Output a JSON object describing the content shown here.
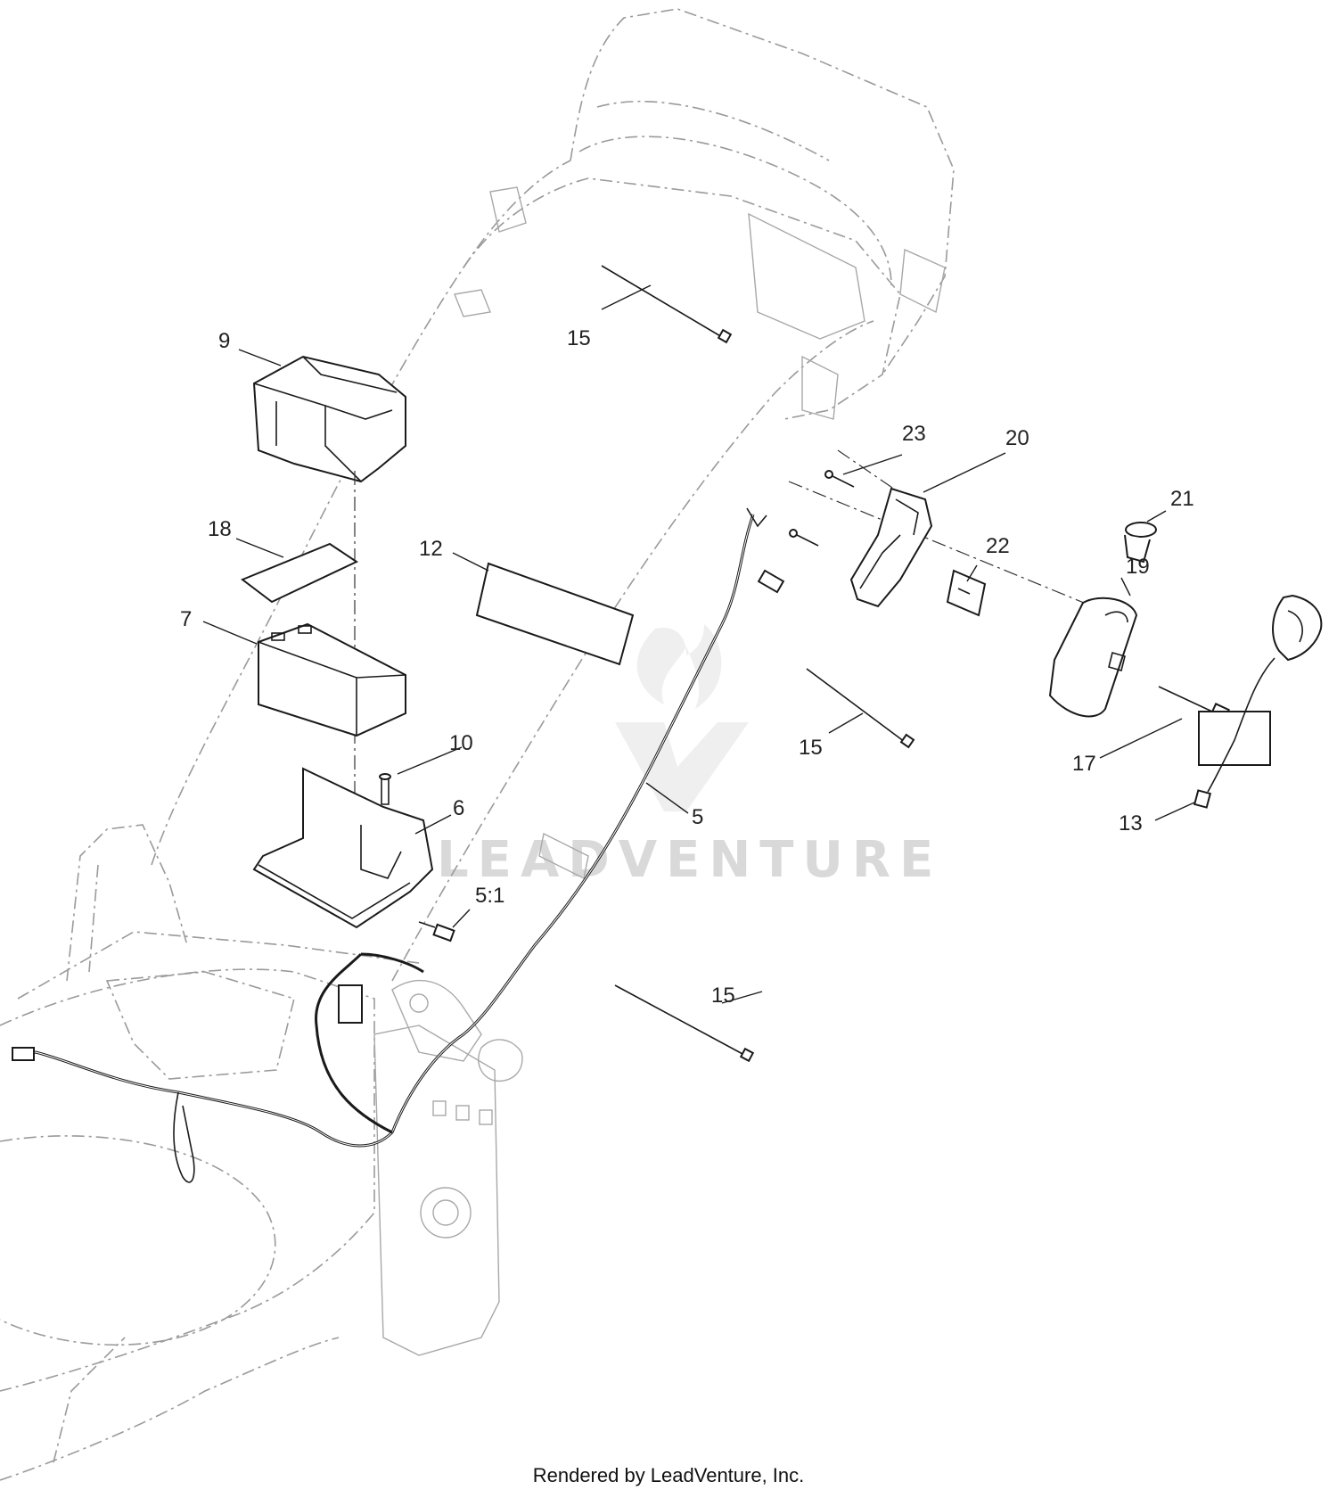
{
  "callouts": {
    "c9": "9",
    "c18": "18",
    "c7": "7",
    "c10": "10",
    "c6": "6",
    "c5_1": "5:1",
    "c12": "12",
    "c15_top": "15",
    "c15_mid": "15",
    "c15_bot": "15",
    "c5": "5",
    "c23": "23",
    "c20": "20",
    "c21": "21",
    "c22": "22",
    "c19": "19",
    "c17": "17",
    "c13": "13"
  },
  "watermark": {
    "text": "LEADVENTURE"
  },
  "footer": {
    "text": "Rendered by LeadVenture, Inc."
  },
  "colors": {
    "linework": "#1a1a1a",
    "ghost": "#9a9a9a",
    "watermark": "#d9d9d9"
  }
}
